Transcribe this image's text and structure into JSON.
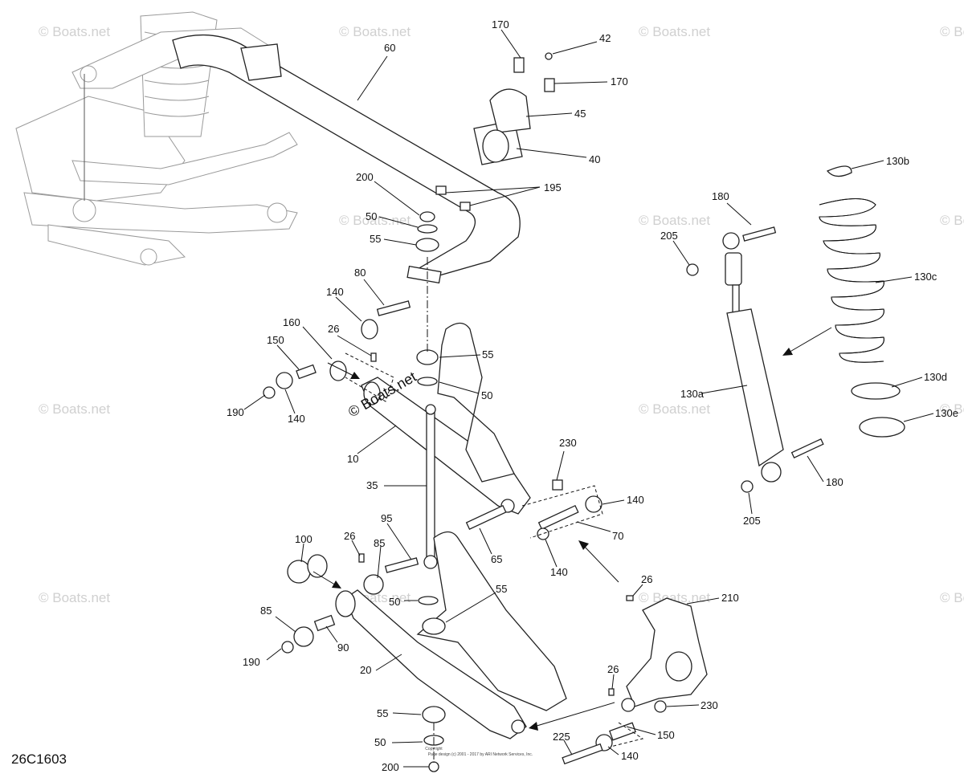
{
  "diagram_code": "26C1603",
  "copyright_lines": [
    "Copyright",
    "Page design (c) 2001 - 2017 by ARI Network Services, Inc."
  ],
  "watermark": "© Boats.net",
  "center_watermark": "© Boats.net",
  "callouts": {
    "c170a": "170",
    "c42": "42",
    "c170b": "170",
    "c45": "45",
    "c40": "40",
    "c60": "60",
    "c195": "195",
    "c200a": "200",
    "c50a": "50",
    "c55a": "55",
    "c80": "80",
    "c140a": "140",
    "c160": "160",
    "c26a": "26",
    "c150a": "150",
    "c190a": "190",
    "c140b": "140",
    "c55b": "55",
    "c50b": "50",
    "c10": "10",
    "c230a": "230",
    "c35": "35",
    "c140c": "140",
    "c70": "70",
    "c65": "65",
    "c140d": "140",
    "c95": "95",
    "c85a": "85",
    "c100": "100",
    "c26b": "26",
    "c55c": "55",
    "c50c": "50",
    "c85b": "85",
    "c190b": "190",
    "c90": "90",
    "c20": "20",
    "c55d": "55",
    "c50d": "50",
    "c200b": "200",
    "c225": "225",
    "c140e": "140",
    "c150b": "150",
    "c26c": "26",
    "c26d": "26",
    "c210": "210",
    "c230b": "230",
    "c180a": "180",
    "c205a": "205",
    "c130a": "130a",
    "c180b": "180",
    "c205b": "205",
    "c130b": "130b",
    "c130c": "130c",
    "c130d": "130d",
    "c130e": "130e"
  }
}
